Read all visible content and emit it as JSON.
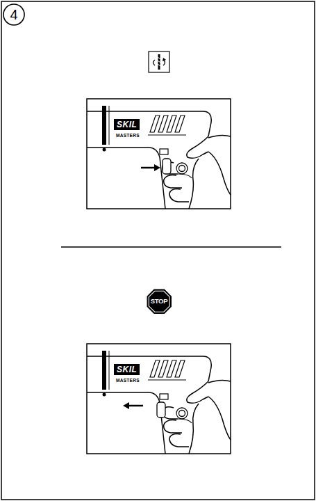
{
  "diagram": {
    "nodes": [
      {
        "text": [
          "4"
        ]
      },
      {
        "text": [
          "STOP"
        ]
      }
    ],
    "labels": [
      "SKIL",
      "MASTERS",
      "SKIL",
      "MASTERS"
    ]
  }
}
